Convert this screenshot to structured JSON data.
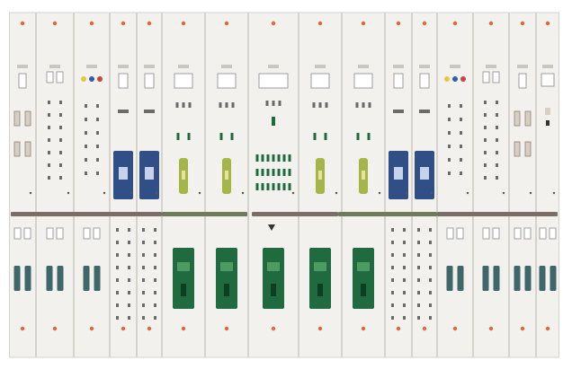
{
  "colors": {
    "background": "#ffffff",
    "panel_face": "#f2f1ee",
    "panel_border": "#d6d3cd",
    "busbar": "#7a6f67",
    "busbar_green": "#6e7d59",
    "indicator_red": "#e0653f",
    "meter_blue": "#2f4f86",
    "meter_green_light": "#a4b64a",
    "breaker_green": "#1f6a3e",
    "terminal": "#6b6b6b",
    "label_plate": "#c9c6c0"
  },
  "panels": [
    {
      "upper": "fuse-pairs",
      "lower": "twin-unit"
    },
    {
      "upper": "terminals",
      "lower": "twin-unit"
    },
    {
      "upper": "colored-switches",
      "lower": "twin-unit"
    },
    {
      "upper": "blue-meter",
      "lower": "terminals"
    },
    {
      "upper": "blue-meter",
      "lower": "terminals"
    },
    {
      "upper": "green-meter",
      "lower": "green-breaker"
    },
    {
      "upper": "green-meter",
      "lower": "green-breaker"
    },
    {
      "upper": "central-array",
      "lower": "green-breaker"
    },
    {
      "upper": "green-meter",
      "lower": "green-breaker"
    },
    {
      "upper": "green-meter",
      "lower": "green-breaker"
    },
    {
      "upper": "blue-meter",
      "lower": "terminals"
    },
    {
      "upper": "blue-meter",
      "lower": "terminals"
    },
    {
      "upper": "colored-switches",
      "lower": "twin-unit"
    },
    {
      "upper": "terminals",
      "lower": "twin-unit"
    },
    {
      "upper": "fuse-pairs",
      "lower": "twin-unit"
    },
    {
      "upper": "single-switch",
      "lower": "twin-unit"
    }
  ]
}
